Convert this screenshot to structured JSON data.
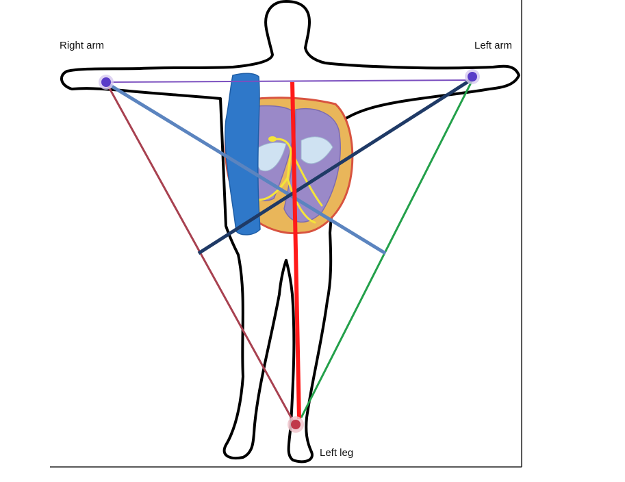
{
  "labels": {
    "right_arm": "Right arm",
    "left_arm": "Left arm",
    "left_leg": "Left leg"
  },
  "colors": {
    "lead_i": "#7b4fbf",
    "lead_ii": "#a84150",
    "lead_iii": "#23a04a",
    "axis_red": "#ff1a1a",
    "axis_steelblue": "#5b84bf",
    "axis_navy": "#1f3a66",
    "electrode_arm": "#5a3cc8",
    "electrode_leg": "#c0394a",
    "body_outline": "#000000",
    "vena_cava": "#2f78c9",
    "heart_chamber": "#9a89c8",
    "heart_muscle": "#e9b65a",
    "conduction": "#f4e43a",
    "valve": "#cfe2f2",
    "frame": "#222222"
  },
  "icons": [
    "electrode-icon"
  ]
}
